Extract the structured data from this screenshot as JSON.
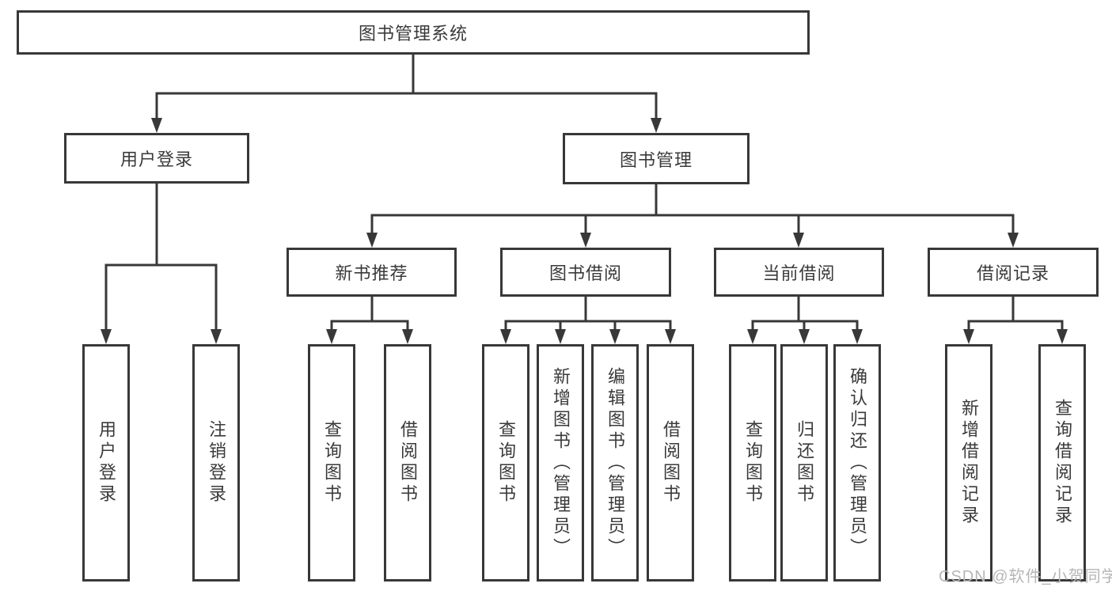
{
  "tree": {
    "root": {
      "label": "图书管理系统"
    },
    "level1": [
      {
        "id": "user-login",
        "label": "用户登录"
      },
      {
        "id": "book-management",
        "label": "图书管理"
      }
    ],
    "level2": [
      {
        "id": "new-book-recommendation",
        "label": "新书推荐",
        "parent": "book-management"
      },
      {
        "id": "book-borrowing",
        "label": "图书借阅",
        "parent": "book-management"
      },
      {
        "id": "current-borrowing",
        "label": "当前借阅",
        "parent": "book-management"
      },
      {
        "id": "borrowing-records",
        "label": "借阅记录",
        "parent": "book-management"
      }
    ],
    "leaves": [
      {
        "id": "leaf-user-login",
        "label": "用户登录",
        "parent": "user-login"
      },
      {
        "id": "leaf-logout",
        "label": "注销登录",
        "parent": "user-login"
      },
      {
        "id": "leaf-query-books-recommend",
        "label": "查询图书",
        "parent": "new-book-recommendation"
      },
      {
        "id": "leaf-borrow-books-recommend",
        "label": "借阅图书",
        "parent": "new-book-recommendation"
      },
      {
        "id": "leaf-query-books-borrow",
        "label": "查询图书",
        "parent": "book-borrowing"
      },
      {
        "id": "leaf-add-books-admin",
        "label": "新增图书（管理员）",
        "parent": "book-borrowing"
      },
      {
        "id": "leaf-edit-books-admin",
        "label": "编辑图书（管理员）",
        "parent": "book-borrowing"
      },
      {
        "id": "leaf-borrow-books",
        "label": "借阅图书",
        "parent": "book-borrowing"
      },
      {
        "id": "leaf-query-books-current",
        "label": "查询图书",
        "parent": "current-borrowing"
      },
      {
        "id": "leaf-return-books",
        "label": "归还图书",
        "parent": "current-borrowing"
      },
      {
        "id": "leaf-confirm-return-admin",
        "label": "确认归还（管理员）",
        "parent": "current-borrowing"
      },
      {
        "id": "leaf-add-borrow-record",
        "label": "新增借阅记录",
        "parent": "borrowing-records"
      },
      {
        "id": "leaf-query-borrow-record",
        "label": "查询借阅记录",
        "parent": "borrowing-records"
      }
    ]
  },
  "colors": {
    "line": "#383838",
    "text": "#3a3a3a",
    "watermark": "#b6b6b6",
    "background": "#ffffff"
  },
  "watermark": "CSDN @软件_小贺同学"
}
